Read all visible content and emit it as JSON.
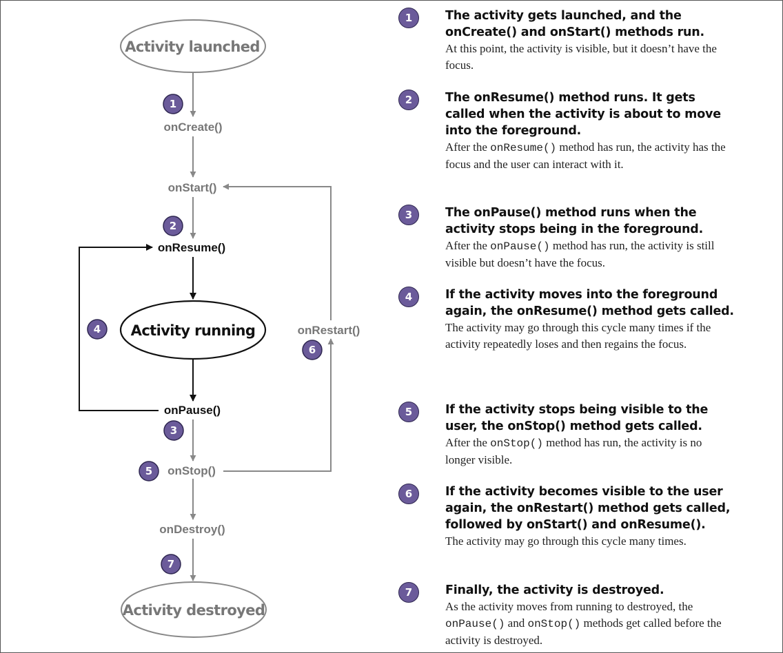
{
  "diagram": {
    "states": {
      "launched": "Activity launched",
      "running": "Activity running",
      "destroyed": "Activity destroyed"
    },
    "methods": {
      "on_create": "onCreate()",
      "on_start": "onStart()",
      "on_resume": "onResume()",
      "on_pause": "onPause()",
      "on_stop": "onStop()",
      "on_destroy": "onDestroy()",
      "on_restart": "onRestart()"
    },
    "badges": [
      "1",
      "2",
      "3",
      "4",
      "5",
      "6",
      "7"
    ]
  },
  "colors": {
    "badge_fill": "#6b5b9a",
    "badge_stroke": "#2e2650",
    "grey_line": "#888888",
    "dark_line": "#111111",
    "grey_text": "#777777"
  },
  "steps": [
    {
      "number": "1",
      "head": "The activity gets launched, and the onCreate() and onStart() methods run.",
      "note_parts": [
        {
          "text": "At this point, the activity is visible, but it doesn’t have the focus.",
          "mono": false
        }
      ]
    },
    {
      "number": "2",
      "head": "The onResume() method runs. It gets called when the activity is about to move into the foreground.",
      "note_parts": [
        {
          "text": "After the ",
          "mono": false
        },
        {
          "text": "onResume()",
          "mono": true
        },
        {
          "text": " method has run, the activity has the focus and the user can interact with it.",
          "mono": false
        }
      ]
    },
    {
      "number": "3",
      "head": "The onPause() method runs when the activity stops being in the foreground.",
      "note_parts": [
        {
          "text": "After the ",
          "mono": false
        },
        {
          "text": "onPause()",
          "mono": true
        },
        {
          "text": " method has run, the activity is still visible but doesn’t have the focus.",
          "mono": false
        }
      ]
    },
    {
      "number": "4",
      "head": "If the activity moves into the foreground again, the onResume() method gets called.",
      "note_parts": [
        {
          "text": "The activity may go through this cycle many times if the activity repeatedly loses and then regains the focus.",
          "mono": false
        }
      ]
    },
    {
      "number": "5",
      "head": "If the activity stops being visible to the user, the onStop() method gets called.",
      "note_parts": [
        {
          "text": "After the ",
          "mono": false
        },
        {
          "text": "onStop()",
          "mono": true
        },
        {
          "text": " method has run, the activity is no longer visible.",
          "mono": false
        }
      ]
    },
    {
      "number": "6",
      "head": "If the activity becomes visible to the user again, the onRestart() method gets called, followed by onStart() and onResume().",
      "note_parts": [
        {
          "text": "The activity may go through this cycle many times.",
          "mono": false
        }
      ]
    },
    {
      "number": "7",
      "head": "Finally, the activity is destroyed.",
      "note_parts": [
        {
          "text": "As the activity moves from running to destroyed, the ",
          "mono": false
        },
        {
          "text": "onPause()",
          "mono": true
        },
        {
          "text": " and ",
          "mono": false
        },
        {
          "text": "onStop()",
          "mono": true
        },
        {
          "text": " methods get called before the activity is destroyed.",
          "mono": false
        }
      ]
    }
  ]
}
